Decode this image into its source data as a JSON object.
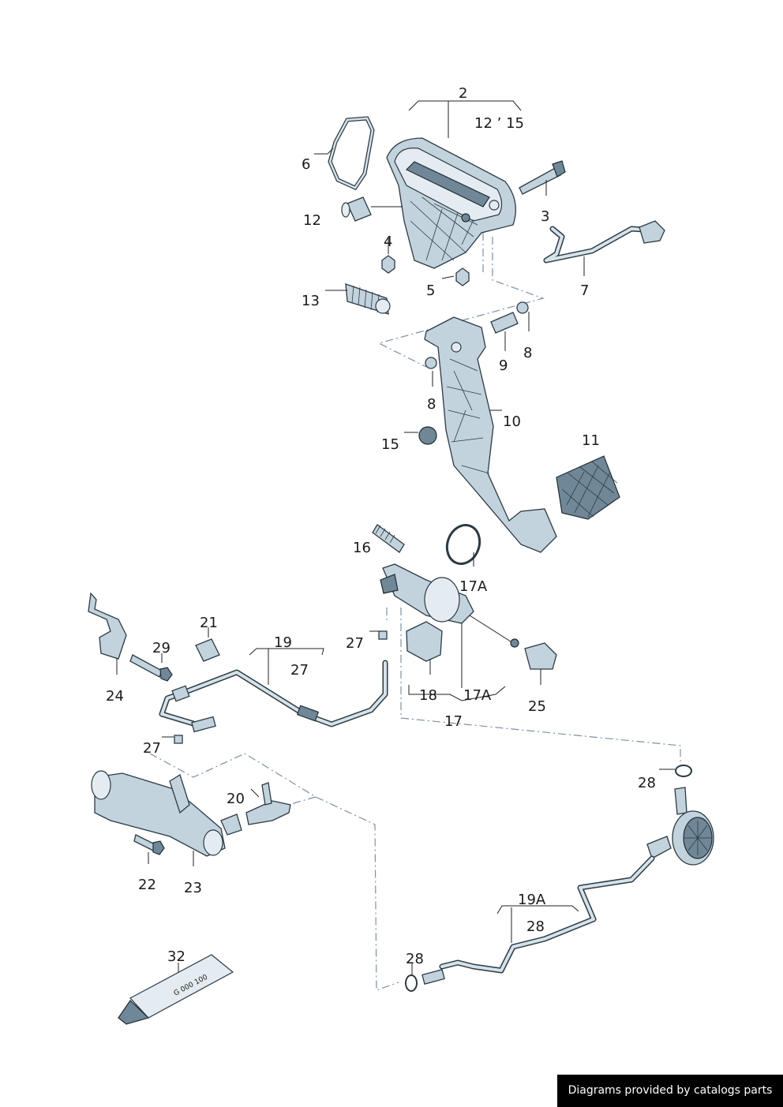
{
  "callouts": {
    "c2": "2",
    "c12_15": "12 ’ 15",
    "c6": "6",
    "c12": "12",
    "c3": "3",
    "c4": "4",
    "c7": "7",
    "c5": "5",
    "c13": "13",
    "c8a": "8",
    "c9": "9",
    "c8b": "8",
    "c10": "10",
    "c15": "15",
    "c11": "11",
    "c16": "16",
    "c17a_top": "17A",
    "c21": "21",
    "c19": "19",
    "c27a": "27",
    "c29": "29",
    "c27b": "27",
    "c24": "24",
    "c18": "18",
    "c17a_bottom": "17A",
    "c25": "25",
    "c17": "17",
    "c27c": "27",
    "c28a": "28",
    "c20": "20",
    "c22": "22",
    "c23": "23",
    "c19a": "19A",
    "c28b": "28",
    "c32": "32",
    "c28c": "28"
  },
  "tube_label": "G 000 100",
  "footer": "Diagrams provided by catalogs parts",
  "colors": {
    "part_fill": "#c3d3dd",
    "outline": "#2b3a44",
    "dash": "#7a92a8",
    "footer_bg": "#000000"
  }
}
